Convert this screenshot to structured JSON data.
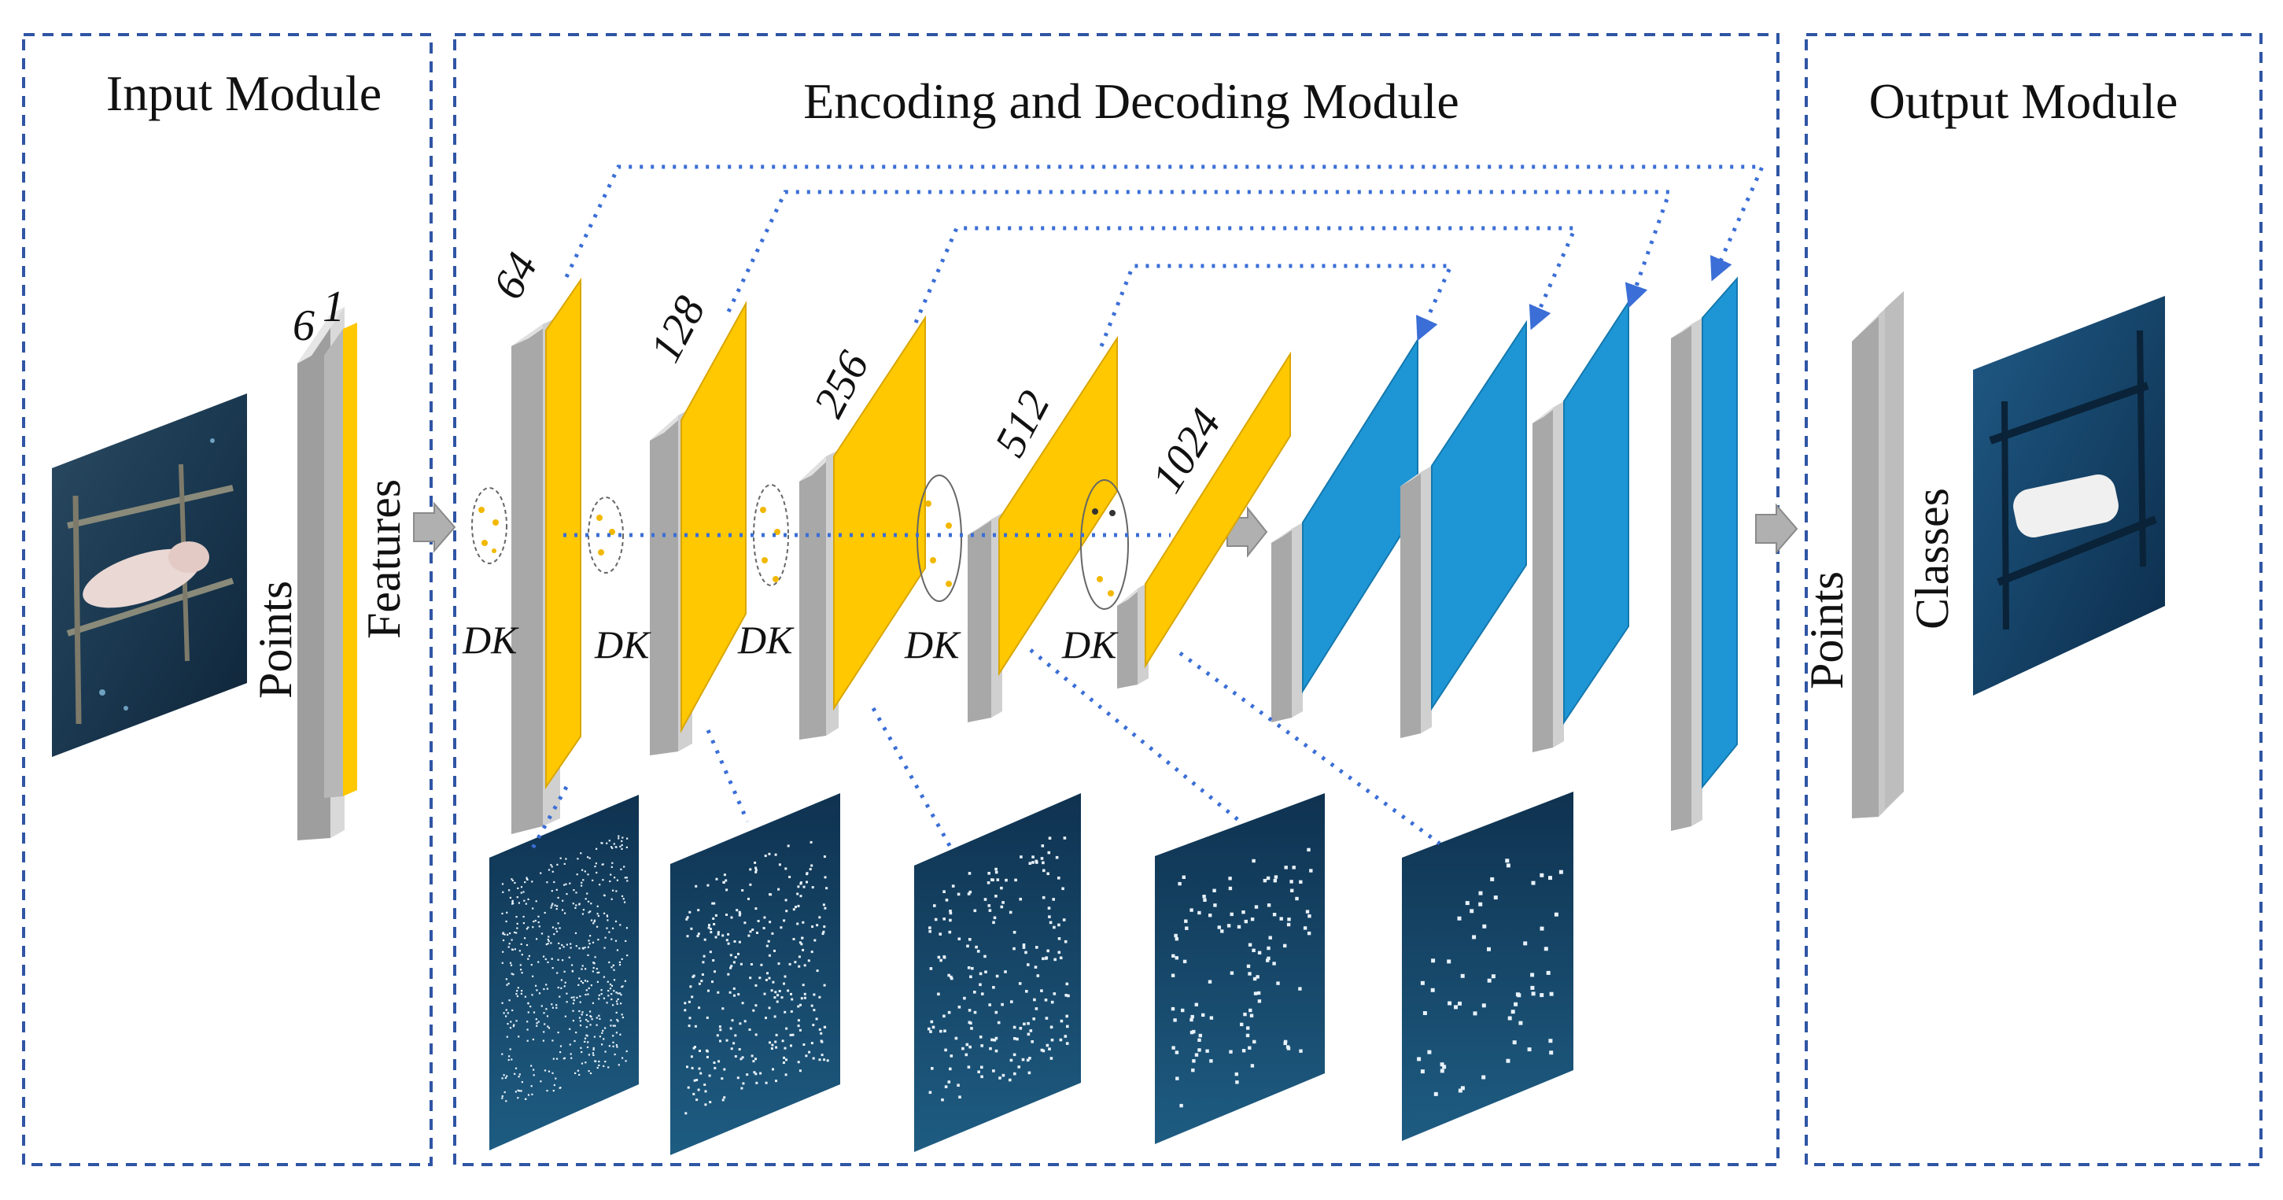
{
  "modules": {
    "input": {
      "title": "Input Module"
    },
    "codec": {
      "title": "Encoding and Decoding Module"
    },
    "output": {
      "title": "Output Module"
    }
  },
  "input_labels": {
    "points": "Points",
    "features": "Features",
    "dim_points": "6",
    "dim_features": "1"
  },
  "encoder_dims": [
    "64",
    "128",
    "256",
    "512",
    "1024"
  ],
  "dk_label": "DK",
  "output_labels": {
    "points": "Points",
    "classes": "Classes"
  },
  "colors": {
    "frame_border": "#2f55a4",
    "skip_link": "#3b6ed6",
    "encoder_face": "#ffc800",
    "decoder_face": "#1e96d6",
    "gray_slab": "#b7b7b7",
    "point_panel": "#123d5c"
  }
}
